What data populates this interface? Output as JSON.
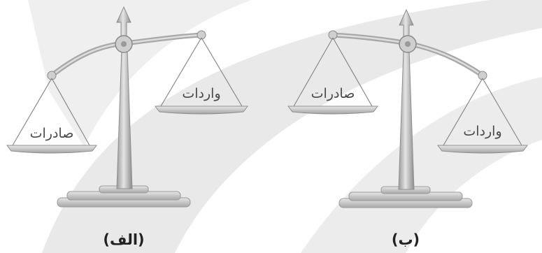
{
  "scales": [
    {
      "caption": "(الف)",
      "left_pan_label": "صادرات",
      "right_pan_label": "واردات",
      "heavier_side": "left"
    },
    {
      "caption": "(ب)",
      "left_pan_label": "صادرات",
      "right_pan_label": "واردات",
      "heavier_side": "right"
    }
  ],
  "colors": {
    "metal_dark": "#8f8f8f",
    "metal_light": "#dcdcdc",
    "metal_mid": "#b5b5b5",
    "background_swoosh": "#e6e6e6",
    "text": "#4a4a4a"
  }
}
